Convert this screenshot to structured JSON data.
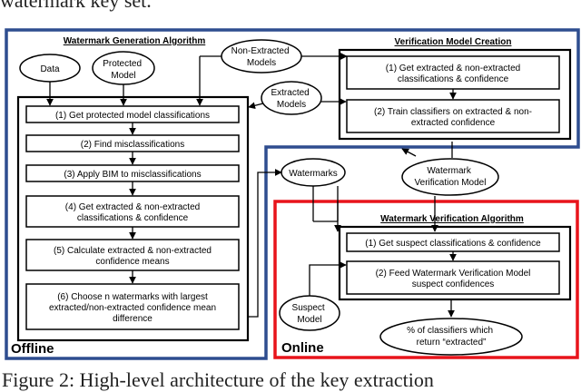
{
  "caption_top": "watermark key set.",
  "caption_bottom": "Figure 2: High-level architecture of the key extraction",
  "colors": {
    "offline": "#2E4D8F",
    "online": "#E8141B",
    "ink": "#000000"
  },
  "offline": {
    "label": "Offline",
    "generation": {
      "title": "Watermark Generation Algorithm",
      "inputs": {
        "data": "Data",
        "protected_model": [
          "Protected",
          "Model"
        ]
      },
      "steps": [
        [
          "(1) Get protected model classifications"
        ],
        [
          "(2) Find misclassifications"
        ],
        [
          "(3) Apply BIM to misclassifications"
        ],
        [
          "(4) Get extracted & non-extracted",
          "classifications & confidence"
        ],
        [
          "(5) Calculate extracted & non-extracted",
          "confidence means"
        ],
        [
          "(6) Choose n watermarks with largest",
          "extracted/non-extracted confidence mean",
          "difference"
        ]
      ]
    },
    "verification_creation": {
      "title": "Verification Model Creation",
      "steps": [
        [
          "(1) Get extracted & non-extracted",
          "classifications & confidence"
        ],
        [
          "(2) Train classifiers on extracted & non-",
          "extracted confidence"
        ]
      ]
    },
    "non_extracted_models": [
      "Non-Extracted",
      "Models"
    ],
    "extracted_models": [
      "Extracted",
      "Models"
    ]
  },
  "online": {
    "label": "Online",
    "watermarks": "Watermarks",
    "verification_model": [
      "Watermark",
      "Verification Model"
    ],
    "verification": {
      "title": "Watermark Verification Algorithm",
      "steps": [
        [
          "(1) Get suspect classifications & confidence"
        ],
        [
          "(2) Feed Watermark Verification Model",
          "suspect confidences"
        ]
      ]
    },
    "suspect_model": [
      "Suspect",
      "Model"
    ],
    "result": [
      "% of classifiers which",
      "return “extracted”"
    ]
  }
}
